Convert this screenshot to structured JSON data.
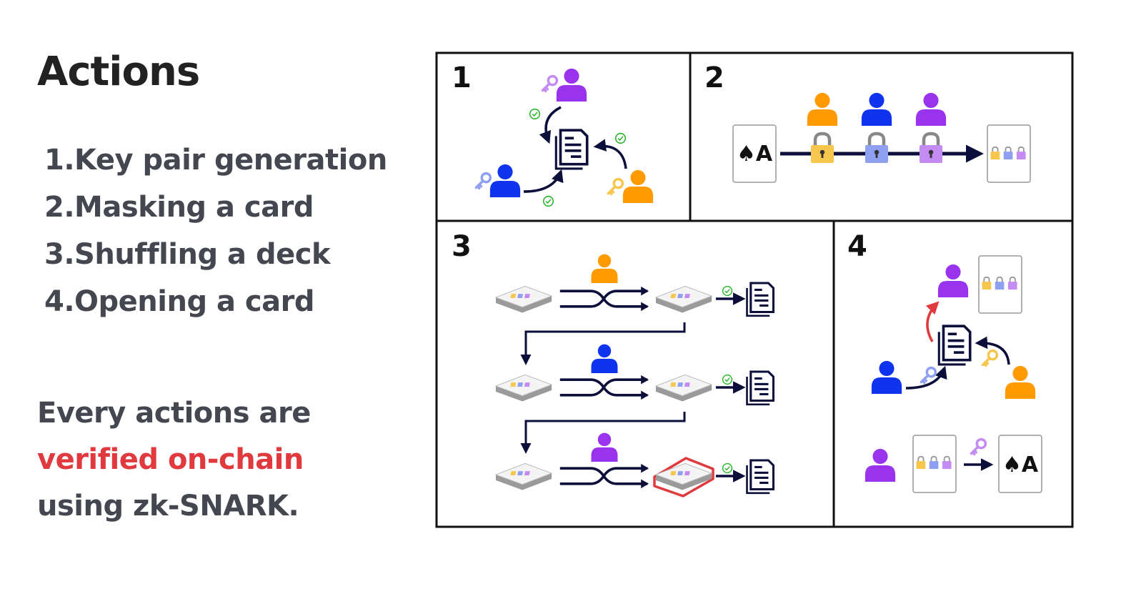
{
  "title": "Actions",
  "actions": [
    "1.Key pair generation",
    "2.Masking a card",
    "3.Shuffling a deck",
    "4.Opening a card"
  ],
  "tagline": {
    "line1": "Every actions are",
    "line2": "verified on-chain",
    "line3": "using zk-SNARK."
  },
  "panels": {
    "p1": "1",
    "p2": "2",
    "p3": "3",
    "p4": "4"
  },
  "card_label": "♠A",
  "colors": {
    "purple": "#9933ee",
    "blue": "#1034ee",
    "orange": "#ff9a00",
    "red": "#e0393e",
    "navy": "#0b0f3a",
    "green": "#2bb52b"
  },
  "icons": [
    "user-icon",
    "key-icon",
    "document-icon",
    "check-icon",
    "lock-icon",
    "card-deck-icon",
    "shuffle-arrows-icon",
    "arrow-icon"
  ]
}
